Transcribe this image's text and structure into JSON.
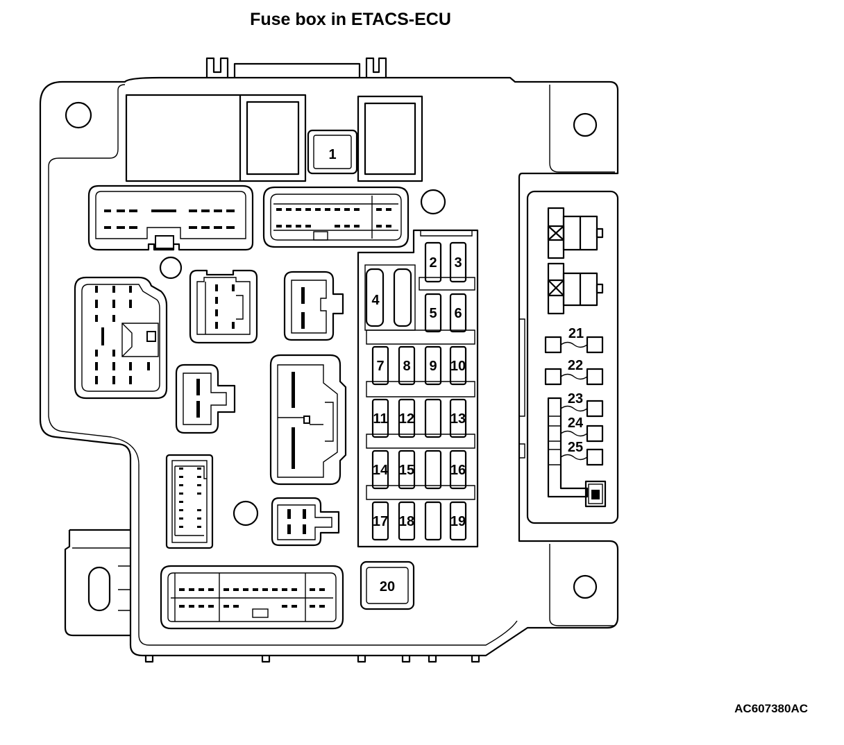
{
  "diagram": {
    "title": "Fuse box in ETACS-ECU",
    "figure_code": "AC607380AC",
    "fuse_labels": [
      "1",
      "2",
      "3",
      "4",
      "5",
      "6",
      "7",
      "8",
      "9",
      "10",
      "11",
      "12",
      "13",
      "14",
      "15",
      "16",
      "17",
      "18",
      "19",
      "20",
      "21",
      "22",
      "23",
      "24",
      "25"
    ]
  }
}
